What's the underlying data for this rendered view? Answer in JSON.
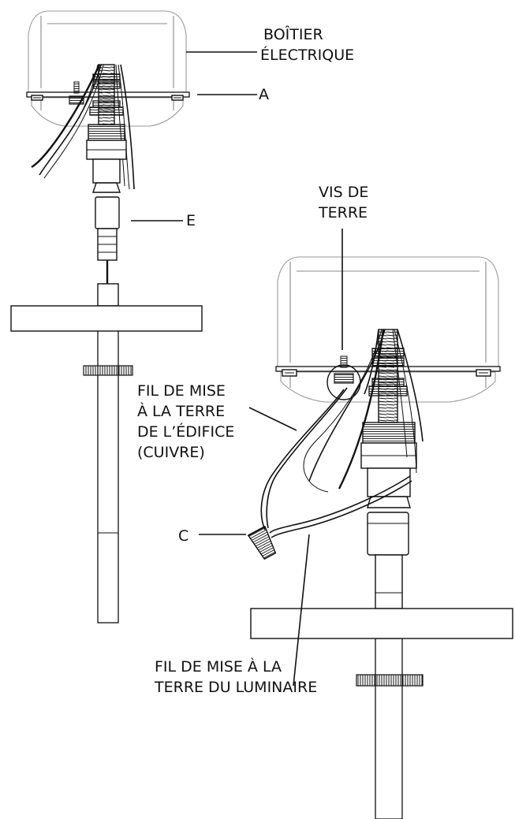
{
  "labels": {
    "electrical_box_line1": "BOÎTIER",
    "electrical_box_line2": "ÉLECTRIQUE",
    "a": "A",
    "e": "E",
    "ground_screw_line1": "VIS DE",
    "ground_screw_line2": "TERRE",
    "building_ground_line1": "FIL DE MISE",
    "building_ground_line2": "À LA TERRE",
    "building_ground_line3": "DE L’ÉDIFICE",
    "building_ground_line4": "(CUIVRE)",
    "c": "C",
    "fixture_ground_line1": "FIL DE MISE À LA",
    "fixture_ground_line2": "TERRE DU LUMINAIRE"
  }
}
